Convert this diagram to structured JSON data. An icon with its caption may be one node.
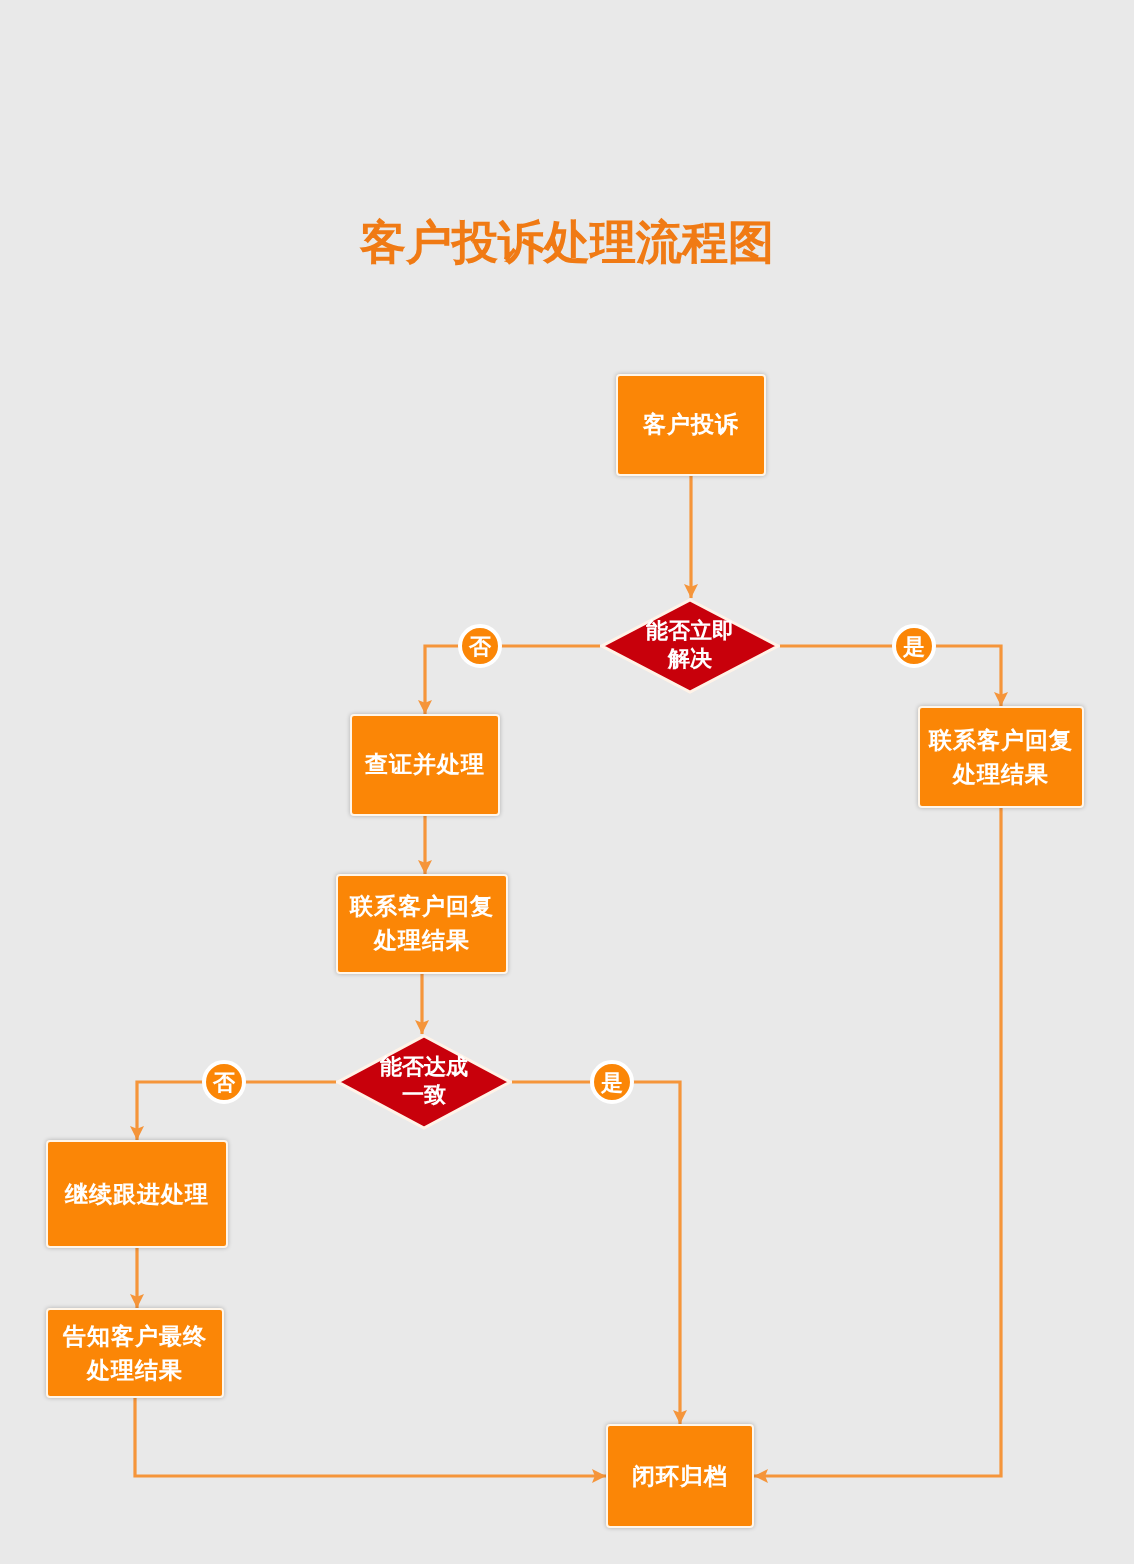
{
  "diagram": {
    "title": "客户投诉处理流程图",
    "nodes": [
      {
        "text": [
          "客户投诉"
        ]
      },
      {
        "text": [
          "能否立即解决"
        ]
      },
      {
        "text": [
          "查证并处理"
        ]
      },
      {
        "text": [
          "联系客户回复处理结果"
        ]
      },
      {
        "text": [
          "联系客户回复处理结果"
        ]
      },
      {
        "text": [
          "能否达成一致"
        ]
      },
      {
        "text": [
          "继续跟进处理"
        ]
      },
      {
        "text": [
          "告知客户最终处理结果"
        ]
      },
      {
        "text": [
          "闭环归档"
        ]
      }
    ],
    "edges": [
      {
        "from": 0,
        "to": 1,
        "arrow": "to"
      },
      {
        "from": 1,
        "to": 2,
        "arrow": "to",
        "label": "否"
      },
      {
        "from": 1,
        "to": 3,
        "arrow": "to",
        "label": "是"
      },
      {
        "from": 2,
        "to": 4,
        "arrow": "to"
      },
      {
        "from": 3,
        "to": 8,
        "arrow": "to"
      },
      {
        "from": 4,
        "to": 5,
        "arrow": "to"
      },
      {
        "from": 5,
        "to": 6,
        "arrow": "to",
        "label": "否"
      },
      {
        "from": 5,
        "to": 8,
        "arrow": "to",
        "label": "是"
      },
      {
        "from": 6,
        "to": 7,
        "arrow": "to"
      },
      {
        "from": 7,
        "to": 8,
        "arrow": "to"
      }
    ]
  }
}
